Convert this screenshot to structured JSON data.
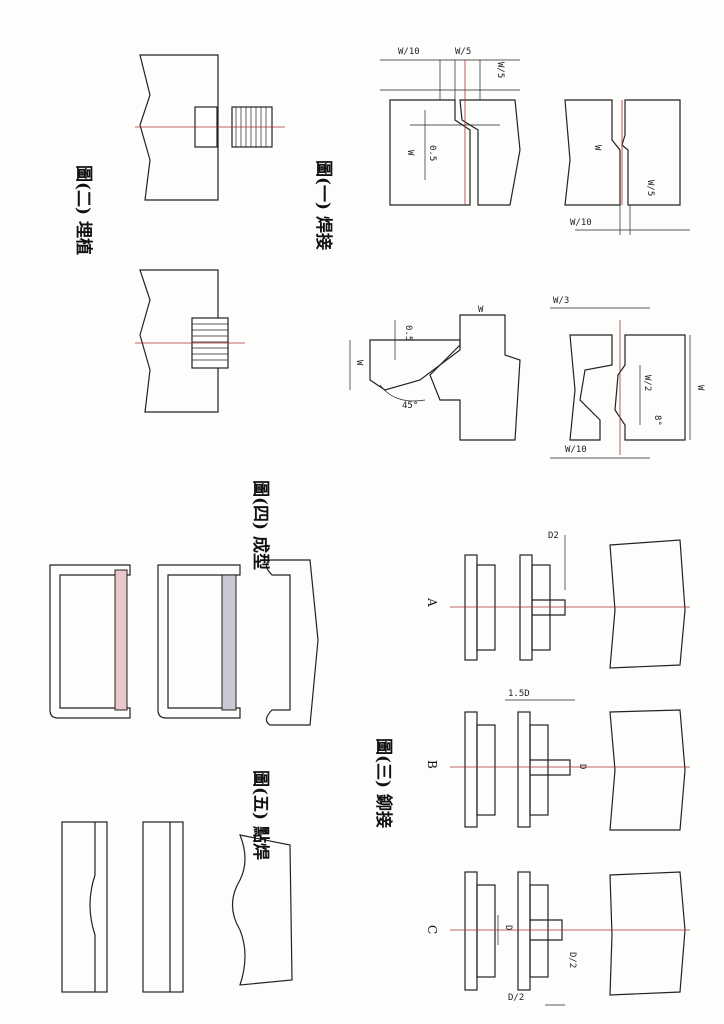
{
  "captions": {
    "fig2": "圖(二) 埋植",
    "fig1": "圖(一) 焊接",
    "fig4": "圖(四) 成型",
    "fig5": "圖(五) 點焊",
    "fig3": "圖(三) 鉚接"
  },
  "dims": {
    "w10": "W/10",
    "w5": "W/5",
    "w": "W",
    "d05": "0.5",
    "w3": "W/3",
    "w2": "W/2",
    "ang45": "45°",
    "ang8": "8°",
    "d2": "D2",
    "d15": "1.5D",
    "d": "D",
    "dhalf": "D/2"
  },
  "variants": {
    "a": "A",
    "b": "B",
    "c": "C"
  }
}
